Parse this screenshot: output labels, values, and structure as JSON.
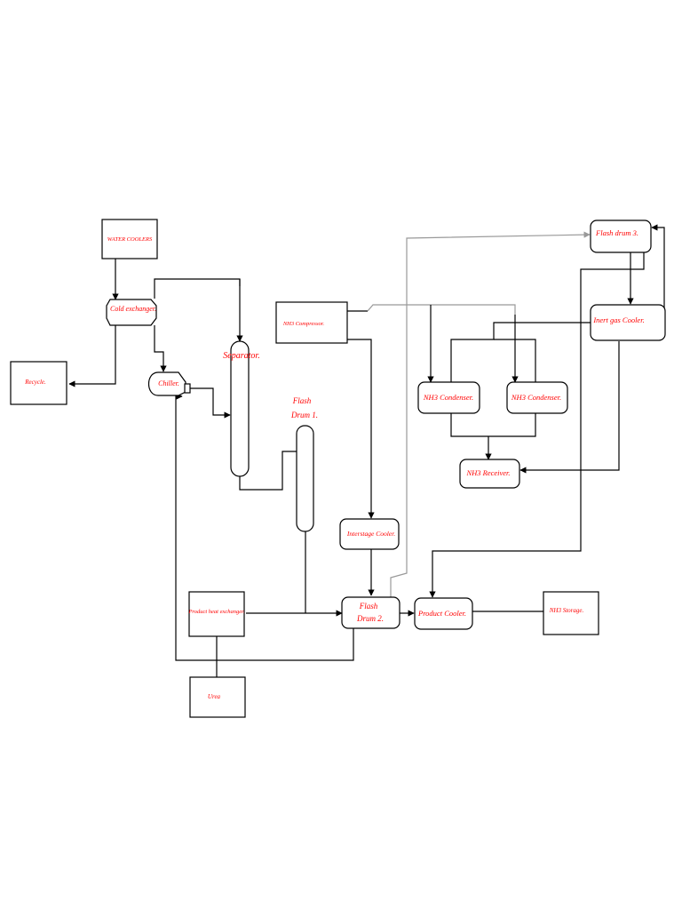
{
  "labels": {
    "water_coolers": "WATER COOLERS",
    "cold_exchanger": "Cold exchanger.",
    "recycle": "Recycle.",
    "chiller": "Chiller.",
    "separator": "Separator.",
    "nh3_compressor": "NH3 Compressor.",
    "flash_drum_1_line1": "Flash",
    "flash_drum_1_line2": "Drum 1.",
    "flash_drum_3": "Flash drum 3.",
    "inert_gas_cooler": "Inert gas Cooler.",
    "nh3_condenser_1": "NH3 Condenser.",
    "nh3_condenser_2": "NH3 Condenser.",
    "nh3_receiver": "NH3 Receiver.",
    "interstage_cooler": "Interstage Cooler.",
    "product_heat_exchanger": "Product heat exchanger.",
    "flash_drum_2_line1": "Flash",
    "flash_drum_2_line2": "Drum 2.",
    "product_cooler": "Product Cooler.",
    "nh3_storage": "NH3 Storage.",
    "urea": "Urea"
  },
  "colors": {
    "label": "#ff0000",
    "line": "#000000",
    "gray_line": "#999999",
    "background": "#ffffff"
  }
}
